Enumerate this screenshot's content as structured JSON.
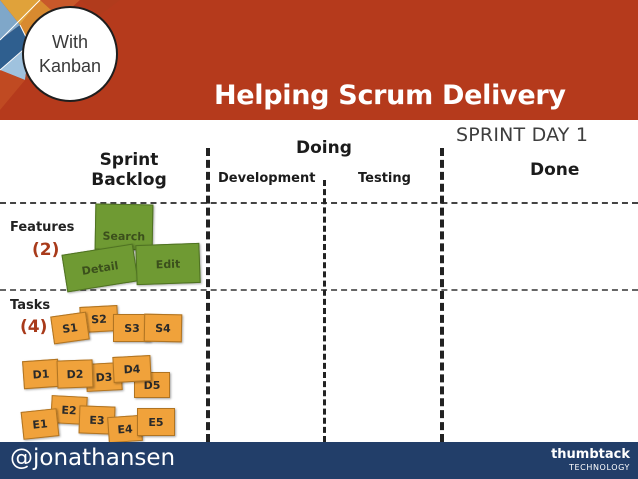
{
  "badge": {
    "line1": "With",
    "line2": "Kanban"
  },
  "title": "Helping Scrum Delivery",
  "board": {
    "sprint_day": "SPRINT DAY 1",
    "columns": {
      "sprint_backlog": [
        "Sprint",
        "Backlog"
      ],
      "doing": "Doing",
      "development": "Development",
      "testing": "Testing",
      "done": "Done"
    },
    "rows": {
      "features": {
        "label": "Features",
        "count": "(2)"
      },
      "tasks": {
        "label": "Tasks",
        "count": "(4)"
      }
    },
    "feature_cards": [
      {
        "label": "Search"
      },
      {
        "label": "Detail"
      },
      {
        "label": "Edit"
      }
    ],
    "task_cards": [
      {
        "label": "S1"
      },
      {
        "label": "S2"
      },
      {
        "label": "S3"
      },
      {
        "label": "S4"
      },
      {
        "label": "D1"
      },
      {
        "label": "D2"
      },
      {
        "label": "D3"
      },
      {
        "label": "D4"
      },
      {
        "label": "D5"
      },
      {
        "label": "E1"
      },
      {
        "label": "E2"
      },
      {
        "label": "E3"
      },
      {
        "label": "E4"
      },
      {
        "label": "E5"
      }
    ]
  },
  "footer": {
    "handle": "@jonathansen",
    "logo_main": "thumbtack",
    "logo_sub": "TECHNOLOGY"
  },
  "colors": {
    "header_bg": "#b53a1c",
    "footer_bg": "#223e69",
    "card_orange": "#f0a23b",
    "card_green": "#6f9a33",
    "count_red": "#a83a1a"
  }
}
